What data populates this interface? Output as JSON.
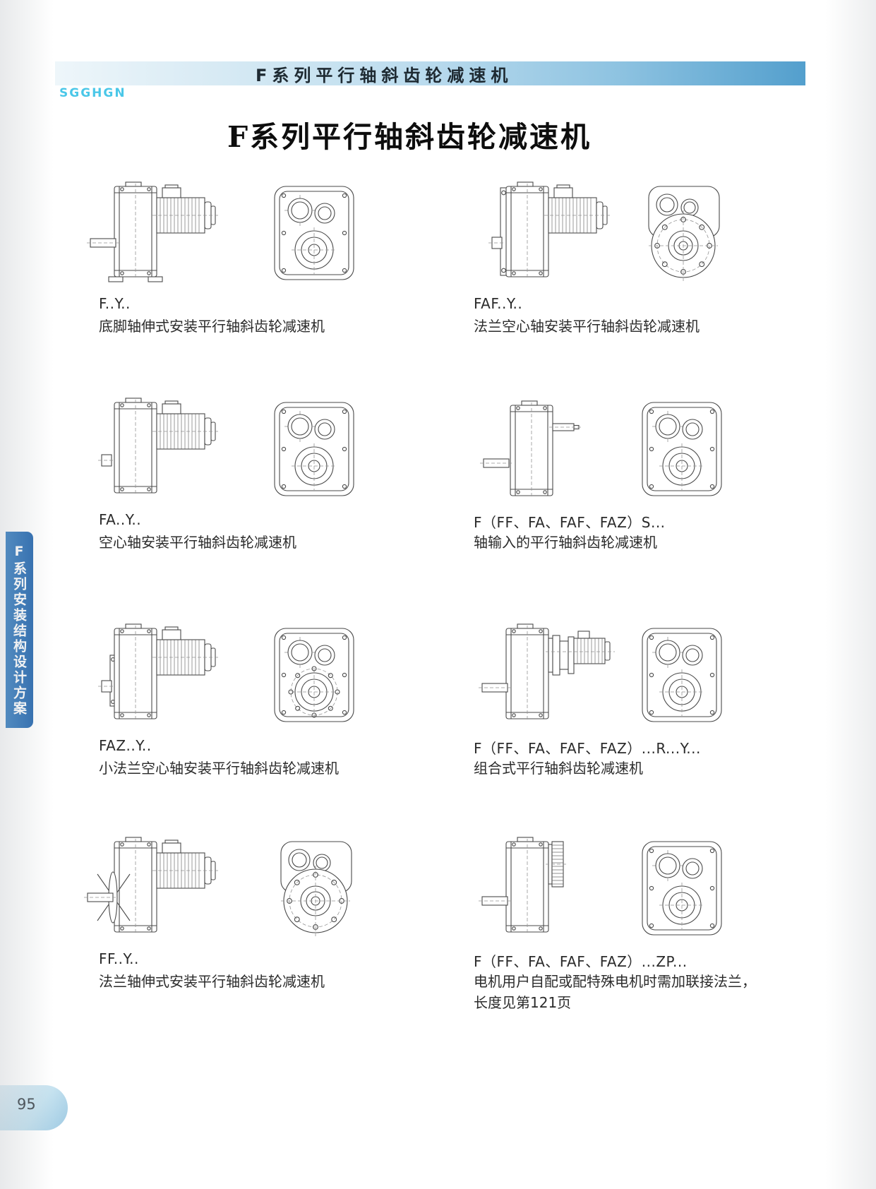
{
  "page": {
    "header_title": "F系列平行轴斜齿轮减速机",
    "logo_text": "SGGHGN",
    "main_title": "F系列平行轴斜齿轮减速机",
    "sidebar_label": "F系列安装结构设计方案",
    "page_number": "95"
  },
  "products": [
    {
      "code": "F..Y..",
      "desc": "底脚轴伸式安装平行轴斜齿轮减速机"
    },
    {
      "code": "FAF..Y..",
      "desc": "法兰空心轴安装平行轴斜齿轮减速机"
    },
    {
      "code": "FA..Y..",
      "desc": "空心轴安装平行轴斜齿轮减速机"
    },
    {
      "code": "F（FF、FA、FAF、FAZ）S...",
      "desc": "轴输入的平行轴斜齿轮减速机"
    },
    {
      "code": "FAZ..Y..",
      "desc": "小法兰空心轴安装平行轴斜齿轮减速机"
    },
    {
      "code": "F（FF、FA、FAF、FAZ）...R...Y...",
      "desc": "组合式平行轴斜齿轮减速机"
    },
    {
      "code": "FF..Y..",
      "desc": "法兰轴伸式安装平行轴斜齿轮减速机"
    },
    {
      "code": "F（FF、FA、FAF、FAZ）...ZP...",
      "desc": "电机用户自配或配特殊电机时需加联接法兰，",
      "desc2": "长度见第121页"
    }
  ]
}
